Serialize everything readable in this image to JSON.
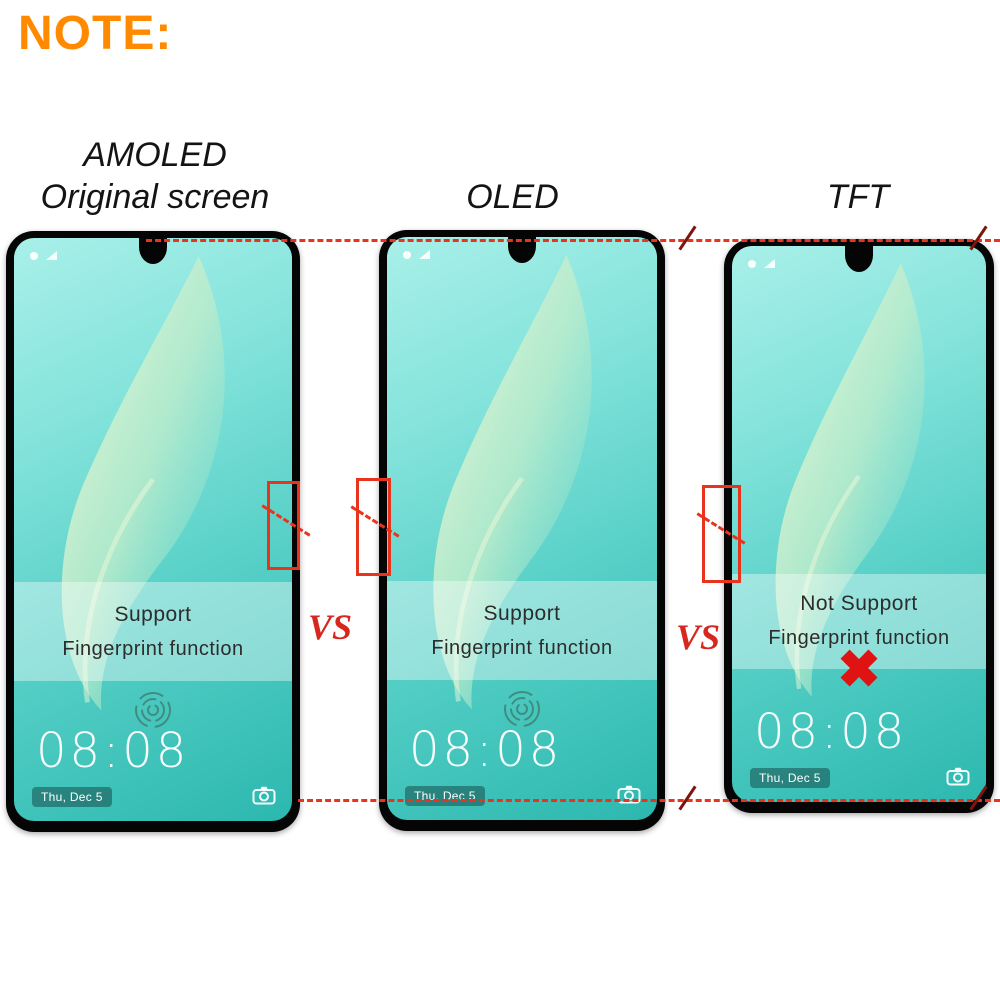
{
  "note_label": "NOTE:",
  "vs_label": "VS",
  "phones": [
    {
      "heading1": "AMOLED",
      "heading2": "Original screen",
      "band_line1": "Support",
      "band_line2": "Fingerprint function",
      "supports_fingerprint": true,
      "clock": "08:08",
      "date": "Thu, Dec 5"
    },
    {
      "heading1": "OLED",
      "heading2": "",
      "band_line1": "Support",
      "band_line2": "Fingerprint function",
      "supports_fingerprint": true,
      "clock": "08:08",
      "date": "Thu, Dec 5"
    },
    {
      "heading1": "TFT",
      "heading2": "",
      "band_line1": "Not Support",
      "band_line2": "Fingerprint function",
      "supports_fingerprint": false,
      "clock": "08:08",
      "date": "Thu, Dec 5"
    }
  ],
  "icons": {
    "not_support_icon": "✖"
  },
  "colors": {
    "note_orange": "#FF8A00",
    "annotation_red": "#E8341C",
    "vs_red": "#D6281E",
    "cross_red": "#E01313",
    "screen_teal_light": "#A9F0E9",
    "screen_teal_dark": "#2CB8AF"
  }
}
